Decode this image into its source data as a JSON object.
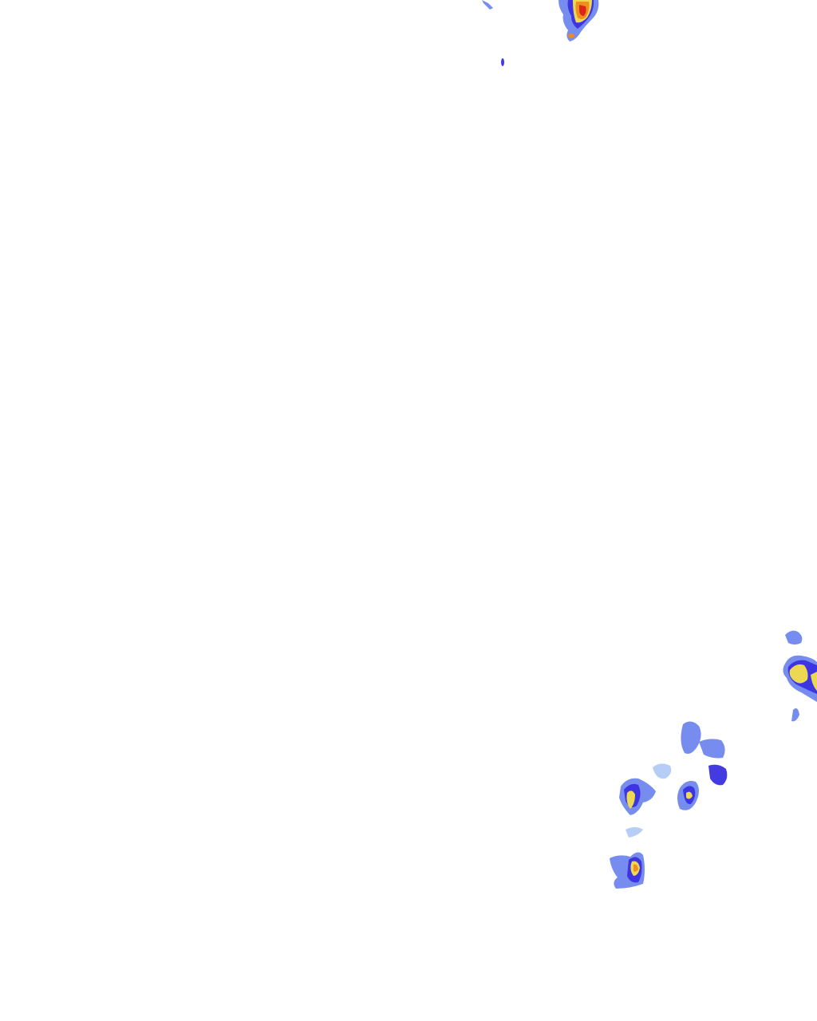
{
  "map": {
    "type": "precipitation-radar-overlay",
    "background": "#ffffff",
    "intensity_colors": {
      "very_light": "#a9c4f5",
      "light": "#6f86ee",
      "moderate": "#3a2fe0",
      "heavy": "#f7e14a",
      "very_heavy": "#f08a1c",
      "extreme": "#d9221a"
    },
    "cell_intensities": [
      "very_heavy",
      "very_light",
      "light",
      "heavy",
      "light",
      "heavy",
      "moderate",
      "light",
      "heavy",
      "very_light",
      "heavy"
    ]
  }
}
